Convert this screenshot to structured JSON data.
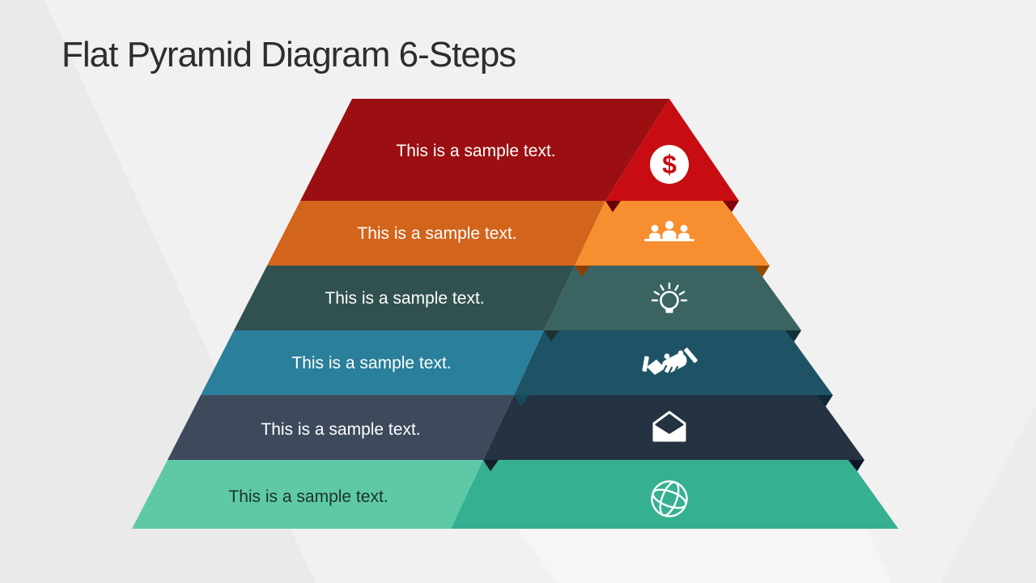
{
  "title": "Flat Pyramid Diagram 6-Steps",
  "title_color": "#2d2d2d",
  "background": {
    "base": "#f1f1f1",
    "shade_dark_left": "#eaeaeb",
    "shade_light_bottom": "#f6f6f7",
    "shade_corner_right": "#ececed"
  },
  "steps": [
    {
      "id": 1,
      "text": "This is a sample text.",
      "icon": "dollar-icon",
      "band_color": "#9B0E11",
      "icon_band_color": "#C70D11",
      "text_color": "#FFFFFF",
      "fold_color": "#640105",
      "notch_color": "#7F050A"
    },
    {
      "id": 2,
      "text": "This is a sample text.",
      "icon": "users-icon",
      "band_color": "#D2641C",
      "icon_band_color": "#F78E30",
      "text_color": "#FFFFFF",
      "fold_color": "#8A3E00",
      "notch_color": "#934703"
    },
    {
      "id": 3,
      "text": "This is a sample text.",
      "icon": "idea-icon",
      "band_color": "#30514F",
      "icon_band_color": "#3A6462",
      "text_color": "#FFFFFF",
      "fold_color": "#1B3433",
      "notch_color": "#122E36"
    },
    {
      "id": 4,
      "text": "This is a sample text.",
      "icon": "handshake-icon",
      "band_color": "#2A7F9B",
      "icon_band_color": "#1E5366",
      "text_color": "#FFFFFF",
      "fold_color": "#174A5D",
      "notch_color": "#0F2937"
    },
    {
      "id": 5,
      "text": "This is a sample text.",
      "icon": "envelope-icon",
      "band_color": "#3D4A5C",
      "icon_band_color": "#253241",
      "text_color": "#FFFFFF",
      "fold_color": "#151E2A",
      "notch_color": "#0D1724"
    },
    {
      "id": 6,
      "text": "This is a sample text.",
      "icon": "globe-icon",
      "band_color": "#5FC9A7",
      "icon_band_color": "#35B091",
      "text_color": "#1B312D",
      "fold_color": null,
      "notch_color": null
    }
  ]
}
